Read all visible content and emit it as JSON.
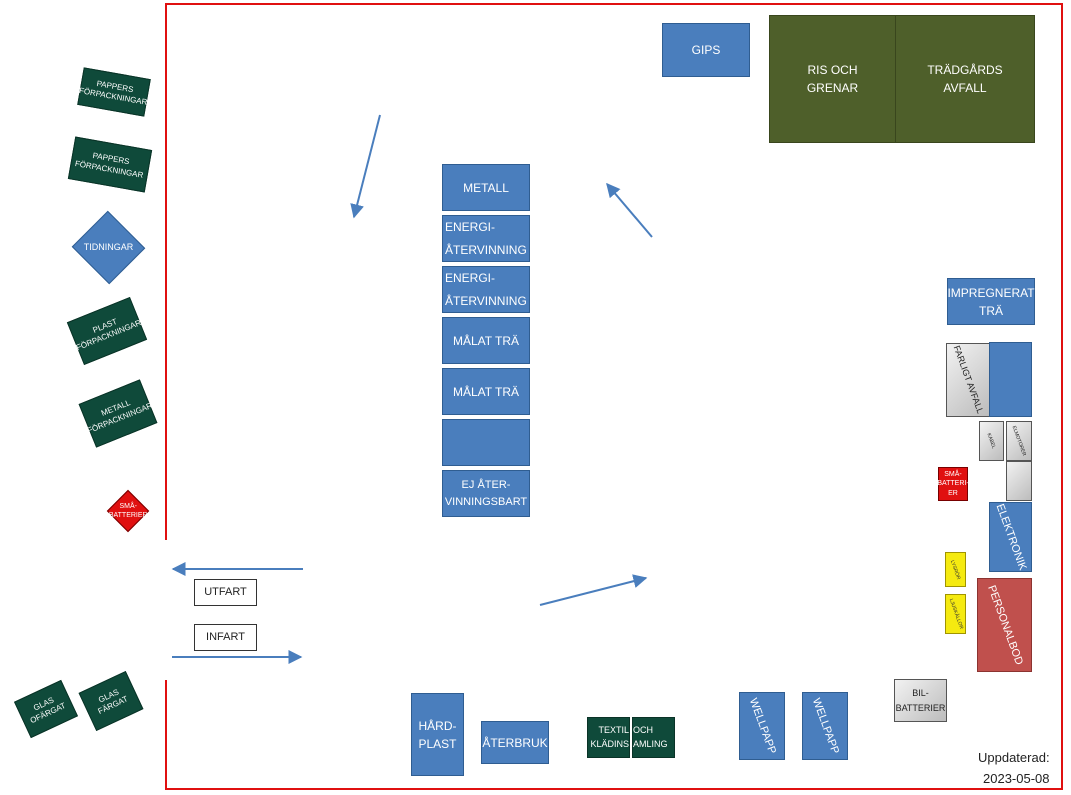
{
  "outside_labels": {
    "pappers_1": "PAPPERS\nFÖRPACKNINGAR",
    "pappers_2": "PAPPERS\nFÖRPACKNINGAR",
    "tidningar": "TIDNINGAR",
    "plast_forpackningar": "PLAST\nFÖRPACKNINGAR",
    "metall_forpackningar": "METALL\nFÖRPACKNINGAR",
    "sma_batterier": "SMÅ-\nBATTERIER",
    "glas_ofargat": "GLAS OFÄRGAT",
    "glas_fargat": "GLAS FÄRGAT"
  },
  "entrance": {
    "utfart": "UTFART",
    "infart": "INFART"
  },
  "top_area": {
    "gips": "GIPS",
    "ris_och_grenar": "RIS OCH\nGRENAR",
    "tradgardsavfall": "TRÄDGÅRDS\nAVFALL"
  },
  "center_column": {
    "metall": "METALL",
    "energi_1": "ENERGI-\nÅTERVINNING",
    "energi_2": "ENERGI-\nÅTERVINNING",
    "malat_tra_1": "MÅLAT TRÄ",
    "malat_tra_2": "MÅLAT TRÄ",
    "empty": "",
    "ej_atervinningsbart": "EJ ÅTER-\nVINNINGSBART"
  },
  "right_side": {
    "impregnerat_tra": "IMPREGNERAT\nTRÄ",
    "farligt_avfall": "FARLIGT AVFALL",
    "kabel": "KABEL",
    "elmotorer": "ELMOTORER",
    "sma_batterier": "SMÅ-\nBATTERI-\nER",
    "elektronik": "ELEKTRONIK",
    "lysror": "LYSRÖR",
    "ljuskallor": "LJUSKÄLLOR",
    "personalbod": "PERSONALBOD",
    "bil_batterier": "BIL-\nBATTERIER"
  },
  "bottom_row": {
    "hardplast": "HÅRD-\nPLAST",
    "aterbruk": "ÅTERBRUK",
    "textil": "TEXTIL\nKLÄDINS",
    "och_samling": "OCH\nAMLING",
    "wellpapp_1": "WELLPAPP",
    "wellpapp_2": "WELLPAPP"
  },
  "footer": {
    "updated_label": "Uppdaterad:",
    "updated_date": "2023-05-08"
  },
  "colors": {
    "container_blue": "#4a7ebd",
    "packaging_green": "#0f4a3a",
    "garden_olive": "#4e5f2a",
    "boundary_red": "#e01010",
    "hazard_red": "#e01010",
    "lamp_yellow": "#f5ea10",
    "staff_building": "#c0504d",
    "arrow_blue": "#4a7ebd"
  },
  "icons": [
    "traffic-flow-arrow"
  ]
}
